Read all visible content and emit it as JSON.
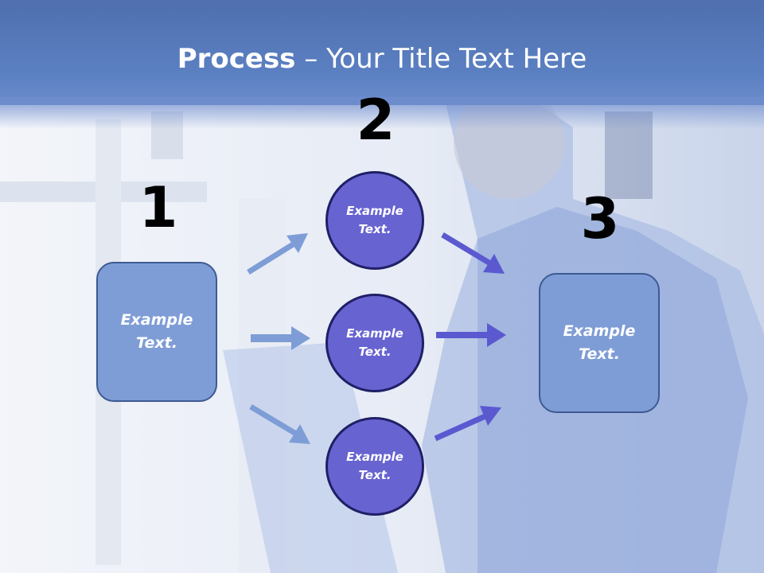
{
  "title": {
    "bold": "Process",
    "rest": " – Your Title Text Here"
  },
  "steps": [
    {
      "number": "1",
      "box_text": "Example Text."
    },
    {
      "number": "2",
      "circles": [
        "Example Text.",
        "Example Text.",
        "Example Text."
      ]
    },
    {
      "number": "3",
      "box_text": "Example Text."
    }
  ],
  "colors": {
    "header": "#5b80c2",
    "box_fill": "#7e9dd6",
    "circle_fill": "#6763d1",
    "arrow_light": "#7e9dd6",
    "arrow_dark": "#5b59d0"
  },
  "background_image": "technician-with-clipboard-photo"
}
